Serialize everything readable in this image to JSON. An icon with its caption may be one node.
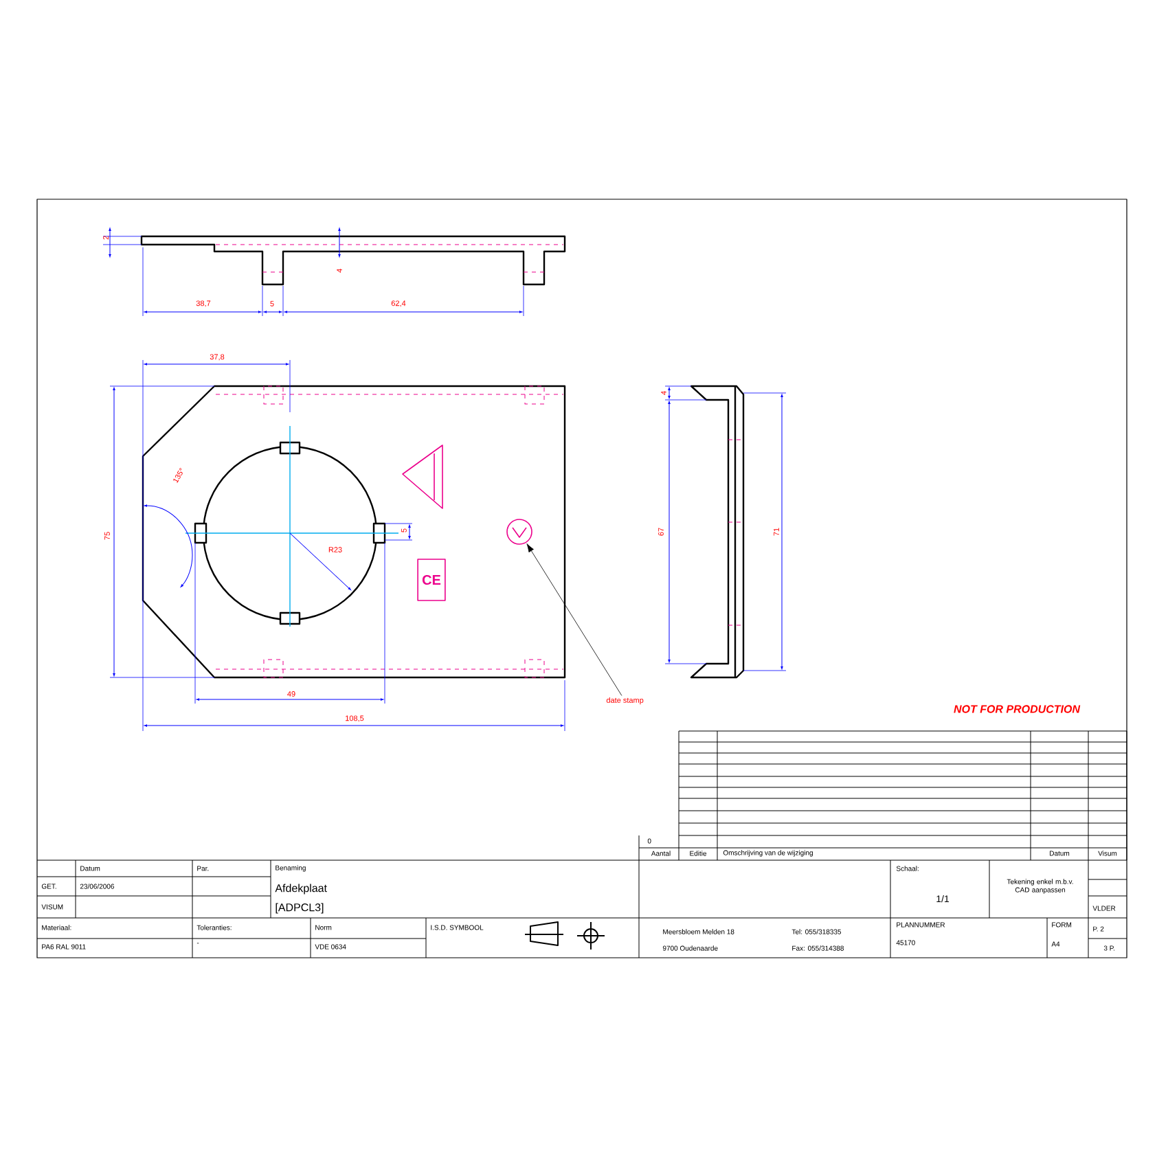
{
  "diagram": {
    "nodes": [
      {
        "text": [
          "date stamp"
        ]
      },
      {
        "text": [],
        "shape": "circle"
      }
    ],
    "edges": [
      {
        "from": 0,
        "to": 1,
        "arrow": "to"
      }
    ],
    "labels": [
      "2",
      "4",
      "38,7",
      "5",
      "62,4",
      "37,8",
      "75",
      "135°",
      "R23",
      "5",
      "CE",
      "49",
      "108,5",
      "4",
      "67",
      "71",
      "NOT FOR PRODUCTION",
      "0",
      "Aantal",
      "Editie",
      "Omschrijving van de wijziging",
      "Datum",
      "Visum",
      "Datum",
      "Par.",
      "Benaming",
      "GET.",
      "23/06/2006",
      "Afdekplaat",
      "VISUM",
      "[ADPCL3]",
      "Materiaal:",
      "Toleranties:",
      "Norm",
      "I.S.D. SYMBOOL",
      "PA6 RAL 9011",
      "-",
      "VDE 0634",
      "Meersbloem Melden 18",
      "9700 Oudenaarde",
      "Tel: 055/318335",
      "Fax: 055/314388",
      "Schaal:",
      "1/1",
      "Tekening enkel m.b.v. CAD aanpassen",
      "VLDER",
      "PLANNUMMER",
      "45170",
      "FORM",
      "A4",
      "P. 2",
      "3 P."
    ]
  }
}
